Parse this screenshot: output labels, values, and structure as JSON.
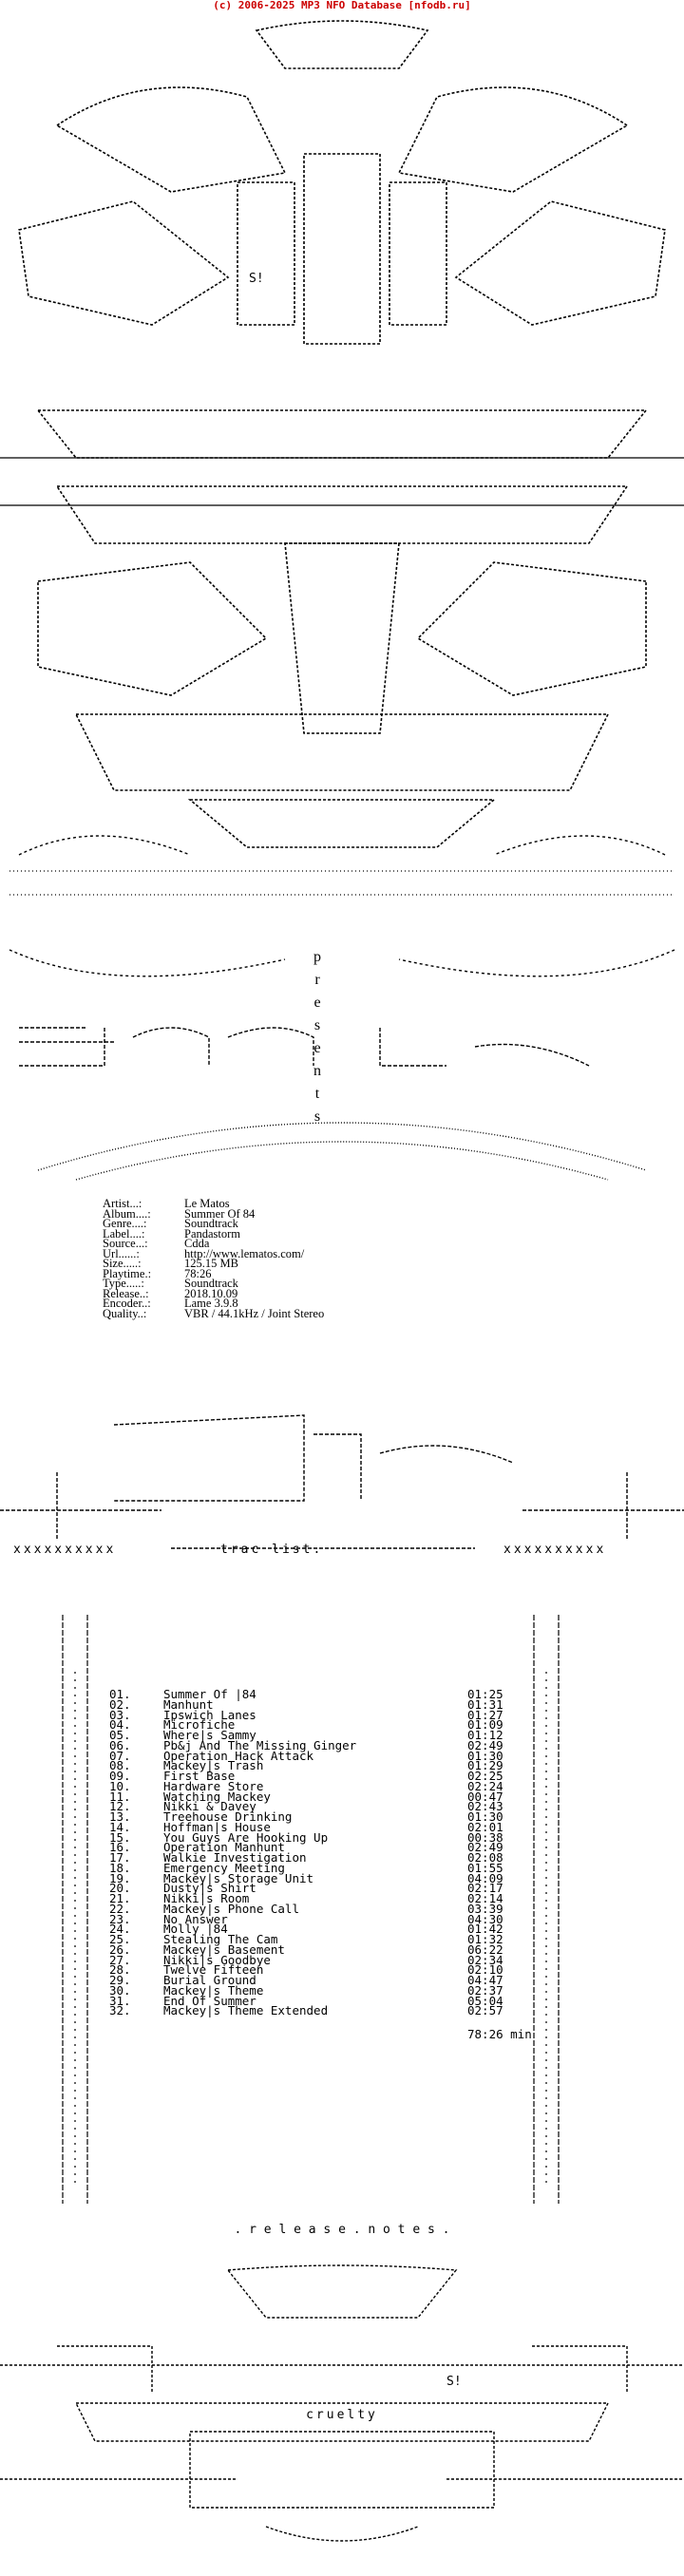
{
  "credit": "(c) 2006-2025 MP3 NFO Database [nfodb.ru]",
  "presents": [
    "p",
    "r",
    "e",
    "s",
    "e",
    "n",
    "t",
    "s"
  ],
  "tag": "S!",
  "info": [
    {
      "k": "Artist...:",
      "v": "Le Matos"
    },
    {
      "k": "Album....:",
      "v": "Summer Of 84"
    },
    {
      "k": "Genre....:",
      "v": "Soundtrack"
    },
    {
      "k": "Label....:",
      "v": "Pandastorm"
    },
    {
      "k": "Source...:",
      "v": "Cdda"
    },
    {
      "k": "Url......:",
      "v": "http://www.lematos.com/"
    },
    {
      "k": "Size.....:",
      "v": "125.15 MB"
    },
    {
      "k": "Playtime.:",
      "v": "78:26"
    },
    {
      "k": "Type.....:",
      "v": "Soundtrack"
    },
    {
      "k": "Release..:",
      "v": "2018.10.09"
    },
    {
      "k": "Encoder..:",
      "v": "Lame 3.9.8"
    },
    {
      "k": "Quality..:",
      "v": "VBR / 44.1kHz / Joint Stereo"
    }
  ],
  "tracklist_label": "trac   list.",
  "xx_left": "xxxxxxxxxx",
  "xx_right": "xxxxxxxxxx",
  "tracks": [
    {
      "n": "01.",
      "t": "Summer Of |84",
      "d": "01:25"
    },
    {
      "n": "02.",
      "t": "Manhunt",
      "d": "01:31"
    },
    {
      "n": "03.",
      "t": "Ipswich Lanes",
      "d": "01:27"
    },
    {
      "n": "04.",
      "t": "Microfiche",
      "d": "01:09"
    },
    {
      "n": "05.",
      "t": "Where|s Sammy",
      "d": "01:12"
    },
    {
      "n": "06.",
      "t": "Pb&j And The Missing Ginger",
      "d": "02:49"
    },
    {
      "n": "07.",
      "t": "Operation Hack Attack",
      "d": "01:30"
    },
    {
      "n": "08.",
      "t": "Mackey|s Trash",
      "d": "01:29"
    },
    {
      "n": "09.",
      "t": "First Base",
      "d": "02:25"
    },
    {
      "n": "10.",
      "t": "Hardware Store",
      "d": "02:24"
    },
    {
      "n": "11.",
      "t": "Watching Mackey",
      "d": "00:47"
    },
    {
      "n": "12.",
      "t": "Nikki & Davey",
      "d": "02:43"
    },
    {
      "n": "13.",
      "t": "Treehouse Drinking",
      "d": "01:30"
    },
    {
      "n": "14.",
      "t": "Hoffman|s House",
      "d": "02:01"
    },
    {
      "n": "15.",
      "t": "You Guys Are Hooking Up",
      "d": "00:38"
    },
    {
      "n": "16.",
      "t": "Operation Manhunt",
      "d": "02:49"
    },
    {
      "n": "17.",
      "t": "Walkie Investigation",
      "d": "02:08"
    },
    {
      "n": "18.",
      "t": "Emergency Meeting",
      "d": "01:55"
    },
    {
      "n": "19.",
      "t": "Mackey|s Storage Unit",
      "d": "04:09"
    },
    {
      "n": "20.",
      "t": "Dusty|s Shirt",
      "d": "02:17"
    },
    {
      "n": "21.",
      "t": "Nikki|s Room",
      "d": "02:14"
    },
    {
      "n": "22.",
      "t": "Mackey|s Phone Call",
      "d": "03:39"
    },
    {
      "n": "23.",
      "t": "No Answer",
      "d": "04:30"
    },
    {
      "n": "24.",
      "t": "Molly |84",
      "d": "01:42"
    },
    {
      "n": "25.",
      "t": "Stealing The Cam",
      "d": "01:32"
    },
    {
      "n": "26.",
      "t": "Mackey|s Basement",
      "d": "06:22"
    },
    {
      "n": "27.",
      "t": "Nikki|s Goodbye",
      "d": "02:34"
    },
    {
      "n": "28.",
      "t": "Twelve Fifteen",
      "d": "02:10"
    },
    {
      "n": "29.",
      "t": "Burial Ground",
      "d": "04:47"
    },
    {
      "n": "30.",
      "t": "Mackey|s Theme",
      "d": "02:37"
    },
    {
      "n": "31.",
      "t": "End Of Summer",
      "d": "05:04"
    },
    {
      "n": "32.",
      "t": "Mackey|s Theme Extended",
      "d": "02:57"
    }
  ],
  "total": "78:26 min",
  "release_notes": ". r e l e a s e . n o t e s .",
  "cruelty": "cruelty",
  "colors": {
    "text": "#000000",
    "credit": "#cc0000",
    "background": "#ffffff"
  }
}
